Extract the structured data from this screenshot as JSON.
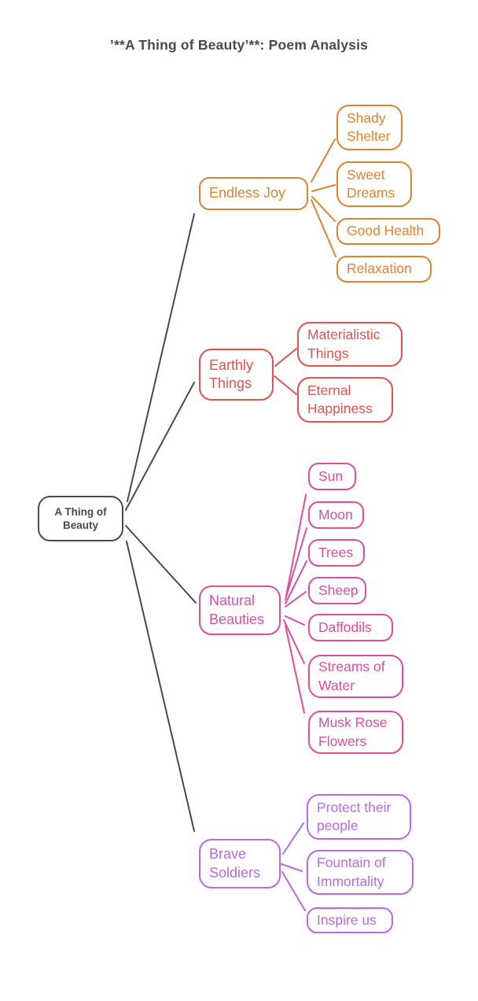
{
  "title": {
    "text": "’**A Thing of Beauty’**: Poem Analysis",
    "color": "#4A4A4A"
  },
  "root": {
    "label": "A Thing of Beauty",
    "color": "#4A4A4A"
  },
  "branches": [
    {
      "label": "Endless Joy",
      "color": "#DE8331",
      "children": [
        {
          "label": "Shady Shelter"
        },
        {
          "label": "Sweet Dreams"
        },
        {
          "label": "Good Health"
        },
        {
          "label": "Relaxation"
        }
      ]
    },
    {
      "label": "Earthly Things",
      "color": "#E3514C",
      "children": [
        {
          "label": "Materialistic Things"
        },
        {
          "label": "Eternal Happiness"
        }
      ]
    },
    {
      "label": "Natural Beauties",
      "color": "#DC4E9F",
      "children": [
        {
          "label": "Sun"
        },
        {
          "label": "Moon"
        },
        {
          "label": "Trees"
        },
        {
          "label": "Sheep"
        },
        {
          "label": "Daffodils"
        },
        {
          "label": "Streams of Water"
        },
        {
          "label": "Musk Rose Flowers"
        }
      ]
    },
    {
      "label": "Brave Soldiers",
      "color": "#B969E3",
      "children": [
        {
          "label": "Protect their people"
        },
        {
          "label": "Fountain of Immortality"
        },
        {
          "label": "Inspire us"
        }
      ]
    }
  ],
  "background": "#FFFFFF"
}
